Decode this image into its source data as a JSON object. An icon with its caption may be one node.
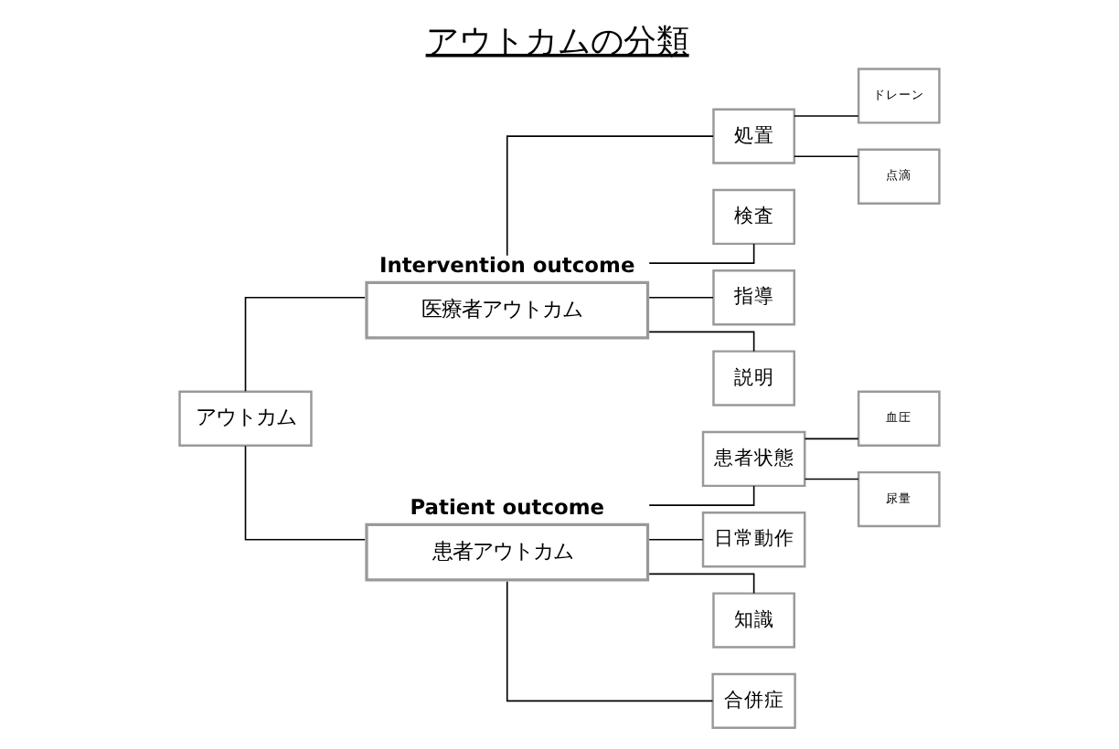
{
  "diagram": {
    "title": "アウトカムの分類",
    "nodes": [
      {
        "text": [
          "アウトカム"
        ]
      },
      {
        "text": [
          "医療者アウトカム"
        ],
        "beside": [
          "Intervention outcome"
        ]
      },
      {
        "text": [
          "患者アウトカム"
        ],
        "beside": [
          "Patient outcome"
        ]
      },
      {
        "text": [
          "処置"
        ]
      },
      {
        "text": [
          "検査"
        ]
      },
      {
        "text": [
          "指導"
        ]
      },
      {
        "text": [
          "説明"
        ]
      },
      {
        "text": [
          "患者状態"
        ]
      },
      {
        "text": [
          "日常動作"
        ]
      },
      {
        "text": [
          "知識"
        ]
      },
      {
        "text": [
          "合併症"
        ]
      },
      {
        "text": [
          "ドレーン"
        ]
      },
      {
        "text": [
          "点滴"
        ]
      },
      {
        "text": [
          "血圧"
        ]
      },
      {
        "text": [
          "尿量"
        ]
      }
    ],
    "edges": [
      {
        "from": 0,
        "to": 1,
        "arrow": "none"
      },
      {
        "from": 0,
        "to": 2,
        "arrow": "none"
      },
      {
        "from": 1,
        "to": 3,
        "arrow": "none"
      },
      {
        "from": 1,
        "to": 4,
        "arrow": "none"
      },
      {
        "from": 1,
        "to": 5,
        "arrow": "none"
      },
      {
        "from": 1,
        "to": 6,
        "arrow": "none"
      },
      {
        "from": 2,
        "to": 7,
        "arrow": "none"
      },
      {
        "from": 2,
        "to": 8,
        "arrow": "none"
      },
      {
        "from": 2,
        "to": 9,
        "arrow": "none"
      },
      {
        "from": 2,
        "to": 10,
        "arrow": "none"
      },
      {
        "from": 3,
        "to": 11,
        "arrow": "none"
      },
      {
        "from": 3,
        "to": 12,
        "arrow": "none"
      },
      {
        "from": 7,
        "to": 13,
        "arrow": "none"
      },
      {
        "from": 7,
        "to": 14,
        "arrow": "none"
      }
    ]
  }
}
